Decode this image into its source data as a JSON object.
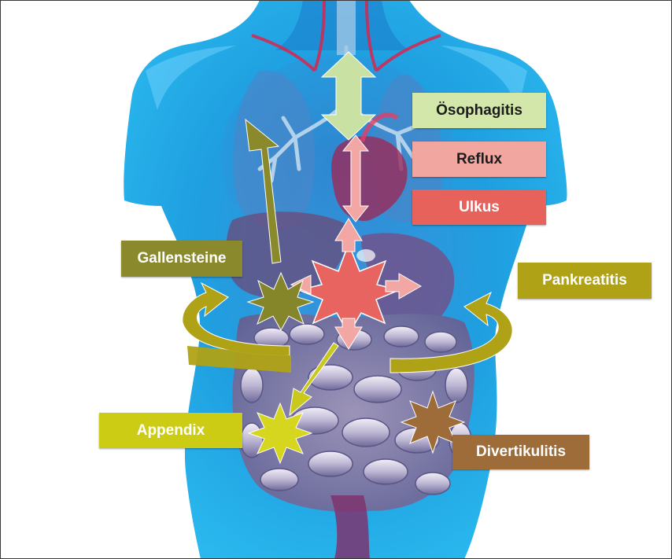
{
  "labels": {
    "oesophagitis": "Ösophagitis",
    "reflux": "Reflux",
    "ulkus": "Ulkus",
    "gallensteine": "Gallensteine",
    "pankreatitis": "Pankreatitis",
    "appendix": "Appendix",
    "divertikulitis": "Divertikulitis"
  },
  "colors": {
    "oesophagitis_bg": "#d2e7a9",
    "oesophagitis_text": "#1c1c1c",
    "reflux_bg": "#f2a6a0",
    "reflux_text": "#1c1c1c",
    "ulkus_bg": "#e8625c",
    "ulkus_text": "#ffffff",
    "gallensteine_bg": "#8a8a2c",
    "gallensteine_text": "#ffffff",
    "pankreatitis_bg": "#b0a216",
    "pankreatitis_text": "#ffffff",
    "appendix_bg": "#cccc14",
    "appendix_text": "#ffffff",
    "divertikulitis_bg": "#9e6c38",
    "divertikulitis_text": "#ffffff",
    "body_blue": "#21a8e6"
  }
}
